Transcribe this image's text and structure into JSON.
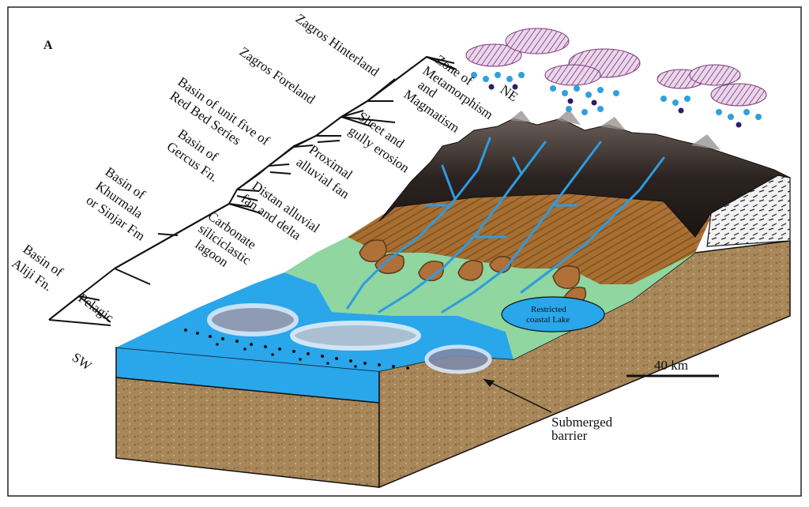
{
  "figure": {
    "panel_letter": "A",
    "orientation": {
      "ne": "NE",
      "sw": "SW"
    },
    "scale_bar": {
      "label": "40 km"
    },
    "callout": {
      "line1": "Submerged",
      "line2": "barrier"
    },
    "lake_label": {
      "line1": "Restricted",
      "line2": "coastal Lake"
    }
  },
  "basins": [
    {
      "line1": "Zagros Hinterland",
      "line2": ""
    },
    {
      "line1": "Zagros Foreland",
      "line2": ""
    },
    {
      "line1": "Basin of  unit five of",
      "line2": "Red Bed Series"
    },
    {
      "line1": "Basin of",
      "line2": "Gercus Fn."
    },
    {
      "line1": "Basin of",
      "line2": "Khurmala",
      "line3": "or Sinjar Fm"
    },
    {
      "line1": "Basin of",
      "line2": "Aliji Fn."
    }
  ],
  "environments": [
    {
      "line1": "Zone of",
      "line2": "Metamorphism",
      "line3": "and",
      "line4": "Magmatism"
    },
    {
      "line1": "Sheet and",
      "line2": "gully erosion"
    },
    {
      "line1": "Proximal",
      "line2": "alluvial fan"
    },
    {
      "line1": "Distan alluvial",
      "line2": "fan and delta"
    },
    {
      "line1": "Carbonate",
      "line2": "siliciclastic",
      "line3": "lagoon"
    },
    {
      "line1": "Pelagic"
    }
  ],
  "colors": {
    "sea": "#2aa6ea",
    "sea_dark": "#1588d0",
    "plain": "#8fd6a0",
    "fan": "#a86a2a",
    "mountain": "#2b2320",
    "sediment": "#a8875a",
    "river": "#2f9be0",
    "cloud": "#c9a8c9"
  }
}
